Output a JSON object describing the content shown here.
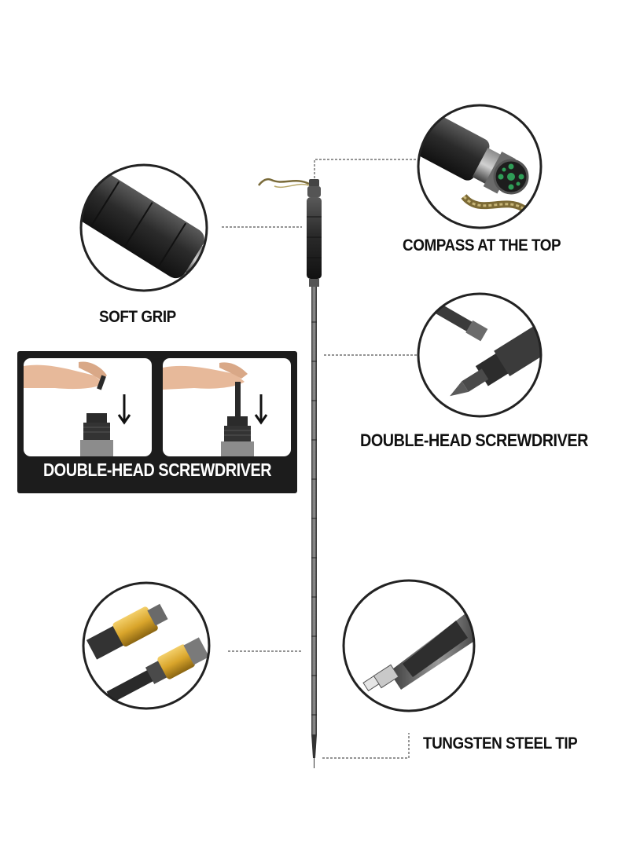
{
  "features": {
    "compass": "COMPASS AT THE TOP",
    "soft_grip": "SOFT GRIP",
    "screwdriver": "DOUBLE-HEAD SCREWDRIVER",
    "tungsten_tip": "TUNGSTEN STEEL TIP"
  },
  "panel": {
    "caption": "DOUBLE-HEAD SCREWDRIVER"
  },
  "icons": {
    "steps_arrow": "down-arrow-icon"
  },
  "colors": {
    "panel_bg": "#1c1c1c",
    "caption_text": "#ffffff",
    "grip_black": "#2b2b2b",
    "steel_dark": "#3b3b3b",
    "gold_accent": "#d9a52b",
    "compass_green": "#2f9d57"
  }
}
